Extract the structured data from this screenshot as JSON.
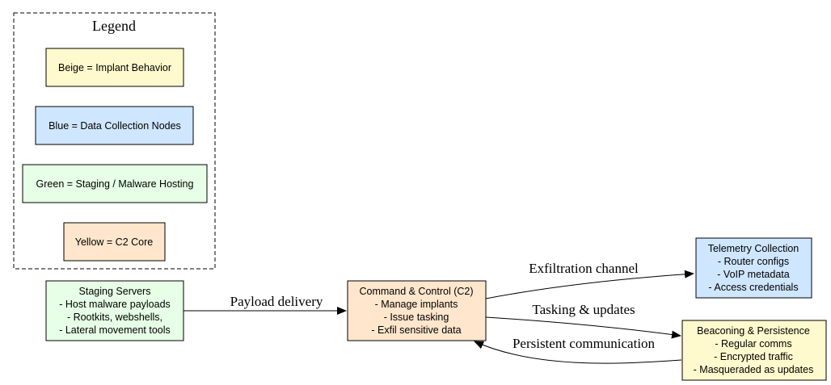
{
  "legend": {
    "title": "Legend",
    "items": [
      {
        "label": "Beige = Implant Behavior",
        "color": "#fffacd"
      },
      {
        "label": "Blue = Data Collection Nodes",
        "color": "#cfe6ff"
      },
      {
        "label": "Green = Staging / Malware Hosting",
        "color": "#e6ffe6"
      },
      {
        "label": "Yellow = C2 Core",
        "color": "#ffe6cc"
      }
    ]
  },
  "nodes": {
    "staging": {
      "color": "#e6ffe6",
      "lines": [
        "Staging Servers",
        "- Host malware payloads",
        "- Rootkits, webshells,",
        "- Lateral movement tools"
      ]
    },
    "c2": {
      "color": "#ffe6cc",
      "lines": [
        "Command & Control (C2)",
        "- Manage implants",
        "- Issue tasking",
        "- Exfil sensitive data"
      ]
    },
    "telemetry": {
      "color": "#cfe6ff",
      "lines": [
        "Telemetry Collection",
        "- Router configs",
        "- VoIP metadata",
        "- Access credentials"
      ]
    },
    "beacon": {
      "color": "#fffacd",
      "lines": [
        "Beaconing & Persistence",
        "- Regular comms",
        "- Encrypted traffic",
        "- Masqueraded as updates"
      ]
    }
  },
  "edges": {
    "payload": "Payload delivery",
    "exfil": "Exfiltration channel",
    "tasking": "Tasking & updates",
    "persistent": "Persistent communication"
  }
}
